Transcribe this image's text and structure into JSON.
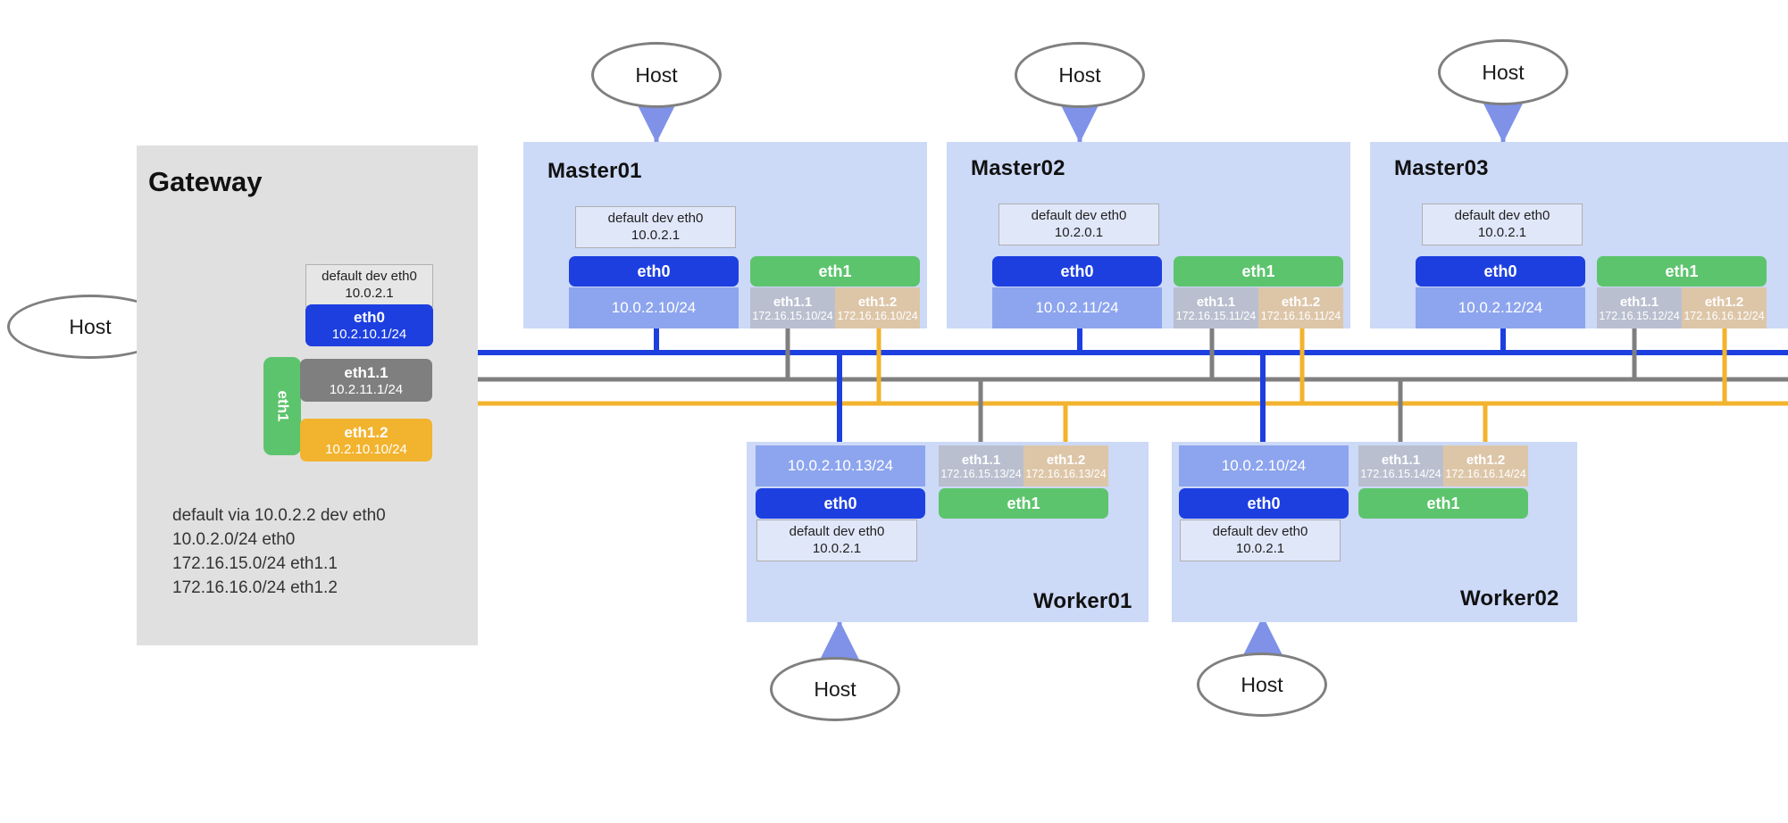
{
  "colors": {
    "eth0_blue": "#1d3fe0",
    "eth0_addr_blue": "#8da5ee",
    "eth1_green": "#5cc46c",
    "sub11_gray": "#b9bfcf",
    "sub12_tan": "#ddc6a8",
    "node_panel": "#ccd9f7",
    "gateway_panel": "#e0e0e0",
    "bus_blue": "#1d3fe0",
    "bus_gray": "#7f7f7f",
    "bus_orange": "#f2b32e",
    "host_stroke": "#7f7f7f",
    "arrow_periwinkle": "#7f92e8"
  },
  "hosts": [
    {
      "id": "host-left",
      "label": "Host"
    },
    {
      "id": "host-master01",
      "label": "Host"
    },
    {
      "id": "host-master02",
      "label": "Host"
    },
    {
      "id": "host-master03",
      "label": "Host"
    },
    {
      "id": "host-worker01",
      "label": "Host"
    },
    {
      "id": "host-worker02",
      "label": "Host"
    }
  ],
  "gateway": {
    "title": "Gateway",
    "route_note": {
      "line1": "default dev eth0",
      "line2": "10.0.2.1"
    },
    "eth0": {
      "name": "eth0",
      "address": "10.2.10.1/24"
    },
    "eth1": {
      "name": "eth1"
    },
    "eth1_1": {
      "name": "eth1.1",
      "address": "10.2.11.1/24"
    },
    "eth1_2": {
      "name": "eth1.2",
      "address": "10.2.10.10/24"
    },
    "routes": "default via 10.0.2.2 dev eth0\n10.0.2.0/24 eth0\n172.16.15.0/24 eth1.1\n172.16.16.0/24 eth1.2"
  },
  "masters": [
    {
      "title": "Master01",
      "route_note": {
        "line1": "default dev eth0",
        "line2": "10.0.2.1"
      },
      "eth0": {
        "name": "eth0",
        "address": "10.0.2.10/24"
      },
      "eth1": {
        "name": "eth1"
      },
      "eth1_1": {
        "name": "eth1.1",
        "address": "172.16.15.10/24"
      },
      "eth1_2": {
        "name": "eth1.2",
        "address": "172.16.16.10/24"
      }
    },
    {
      "title": "Master02",
      "route_note": {
        "line1": "default dev eth0",
        "line2": "10.2.0.1"
      },
      "eth0": {
        "name": "eth0",
        "address": "10.0.2.11/24"
      },
      "eth1": {
        "name": "eth1"
      },
      "eth1_1": {
        "name": "eth1.1",
        "address": "172.16.15.11/24"
      },
      "eth1_2": {
        "name": "eth1.2",
        "address": "172.16.16.11/24"
      }
    },
    {
      "title": "Master03",
      "route_note": {
        "line1": "default dev eth0",
        "line2": "10.0.2.1"
      },
      "eth0": {
        "name": "eth0",
        "address": "10.0.2.12/24"
      },
      "eth1": {
        "name": "eth1"
      },
      "eth1_1": {
        "name": "eth1.1",
        "address": "172.16.15.12/24"
      },
      "eth1_2": {
        "name": "eth1.2",
        "address": "172.16.16.12/24"
      }
    }
  ],
  "workers": [
    {
      "title": "Worker01",
      "route_note": {
        "line1": "default dev eth0",
        "line2": "10.0.2.1"
      },
      "eth0": {
        "name": "eth0",
        "address": "10.0.2.10.13/24"
      },
      "eth1": {
        "name": "eth1"
      },
      "eth1_1": {
        "name": "eth1.1",
        "address": "172.16.15.13/24"
      },
      "eth1_2": {
        "name": "eth1.2",
        "address": "172.16.16.13/24"
      }
    },
    {
      "title": "Worker02",
      "route_note": {
        "line1": "default dev eth0",
        "line2": "10.0.2.1"
      },
      "eth0": {
        "name": "eth0",
        "address": "10.0.2.10/24"
      },
      "eth1": {
        "name": "eth1"
      },
      "eth1_1": {
        "name": "eth1.1",
        "address": "172.16.15.14/24"
      },
      "eth1_2": {
        "name": "eth1.2",
        "address": "172.16.16.14/24"
      }
    }
  ]
}
